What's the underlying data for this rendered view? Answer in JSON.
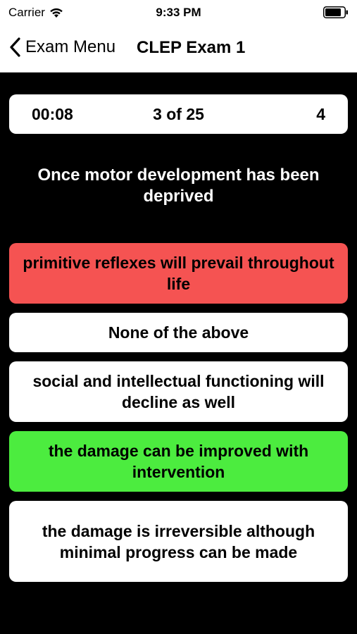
{
  "status_bar": {
    "carrier": "Carrier",
    "time": "9:33 PM",
    "wifi_icon": "wifi-icon",
    "battery_icon": "battery-icon"
  },
  "nav": {
    "back_label": "Exam Menu",
    "back_icon": "chevron-left-icon",
    "title": "CLEP Exam 1"
  },
  "info": {
    "timer": "00:08",
    "progress": "3 of 25",
    "score": "4"
  },
  "question": "Once motor development has been deprived",
  "answers": [
    {
      "text": "primitive reflexes will prevail throughout life",
      "state": "incorrect",
      "color": "#f55352"
    },
    {
      "text": "None of the above",
      "state": "neutral",
      "color": "#ffffff"
    },
    {
      "text": "social and intellectual functioning will decline as well",
      "state": "neutral",
      "color": "#ffffff"
    },
    {
      "text": "the damage can be improved with intervention",
      "state": "correct",
      "color": "#4cec3f"
    },
    {
      "text": "the damage is irreversible although minimal progress can be made",
      "state": "neutral",
      "color": "#ffffff"
    }
  ],
  "colors": {
    "background": "#000000",
    "incorrect": "#f55352",
    "correct": "#4cec3f",
    "card": "#ffffff"
  }
}
